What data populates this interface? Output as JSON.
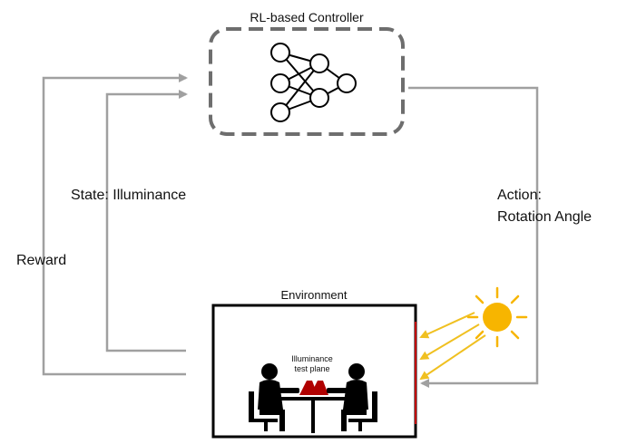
{
  "controller": {
    "title": "RL-based Controller"
  },
  "environment": {
    "title": "Environment",
    "plane_line1": "Illuminance",
    "plane_line2": "test plane"
  },
  "labels": {
    "state": "State: Illuminance",
    "reward": "Reward",
    "action_line1": "Action:",
    "action_line2": "Rotation Angle"
  },
  "colors": {
    "arrow": "#a0a0a0",
    "controller_border": "#6e6e6e",
    "sun": "#f7b500",
    "sun_rays": "#f0c020",
    "window": "#c00000",
    "people": "#000000"
  },
  "icons": {
    "controller": "neural-network-icon",
    "sun": "sun-icon",
    "people": "people-at-desk-icon"
  }
}
